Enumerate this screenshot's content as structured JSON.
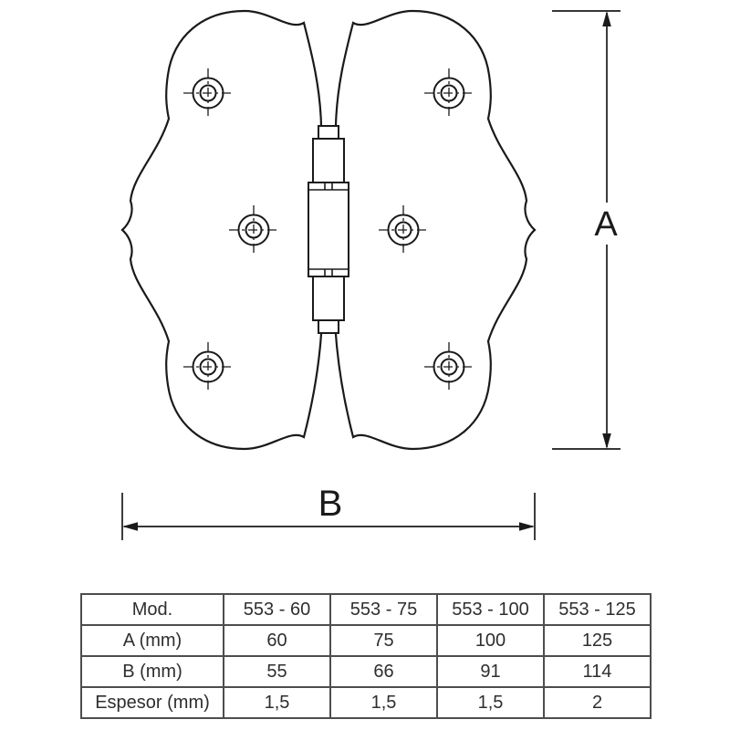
{
  "drawing": {
    "subject": "ornamental-hinge-front-view",
    "line_color": "#1a1a1a",
    "screw_hole_count": 6,
    "dimension_a": {
      "label": "A"
    },
    "dimension_b": {
      "label": "B"
    }
  },
  "table": {
    "border_color": "#4d4d4d",
    "text_color": "#2e2e2e",
    "headers": [
      "Mod.",
      "553 - 60",
      "553 - 75",
      "553 - 100",
      "553 - 125"
    ],
    "rows": [
      {
        "label": "A (mm)",
        "values": [
          "60",
          "75",
          "100",
          "125"
        ]
      },
      {
        "label": "B (mm)",
        "values": [
          "55",
          "66",
          "91",
          "114"
        ]
      },
      {
        "label": "Espesor (mm)",
        "values": [
          "1,5",
          "1,5",
          "1,5",
          "2"
        ]
      }
    ]
  }
}
